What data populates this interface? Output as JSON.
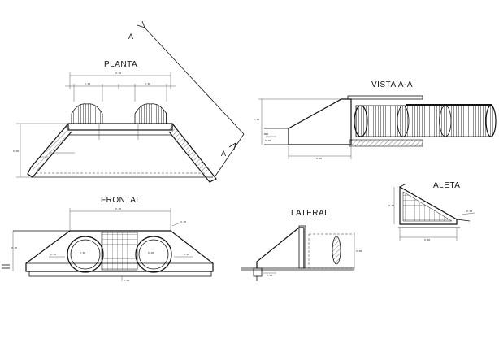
{
  "views": {
    "planta": {
      "title": "PLANTA"
    },
    "vista_aa": {
      "title": "VISTA  A-A"
    },
    "frontal": {
      "title": "FRONTAL"
    },
    "lateral": {
      "title": "LATERAL"
    },
    "aleta": {
      "title": "ALETA"
    }
  },
  "section_marks": {
    "start": "A",
    "end": "A"
  },
  "colors": {
    "line": "#111111",
    "background": "#ffffff"
  }
}
